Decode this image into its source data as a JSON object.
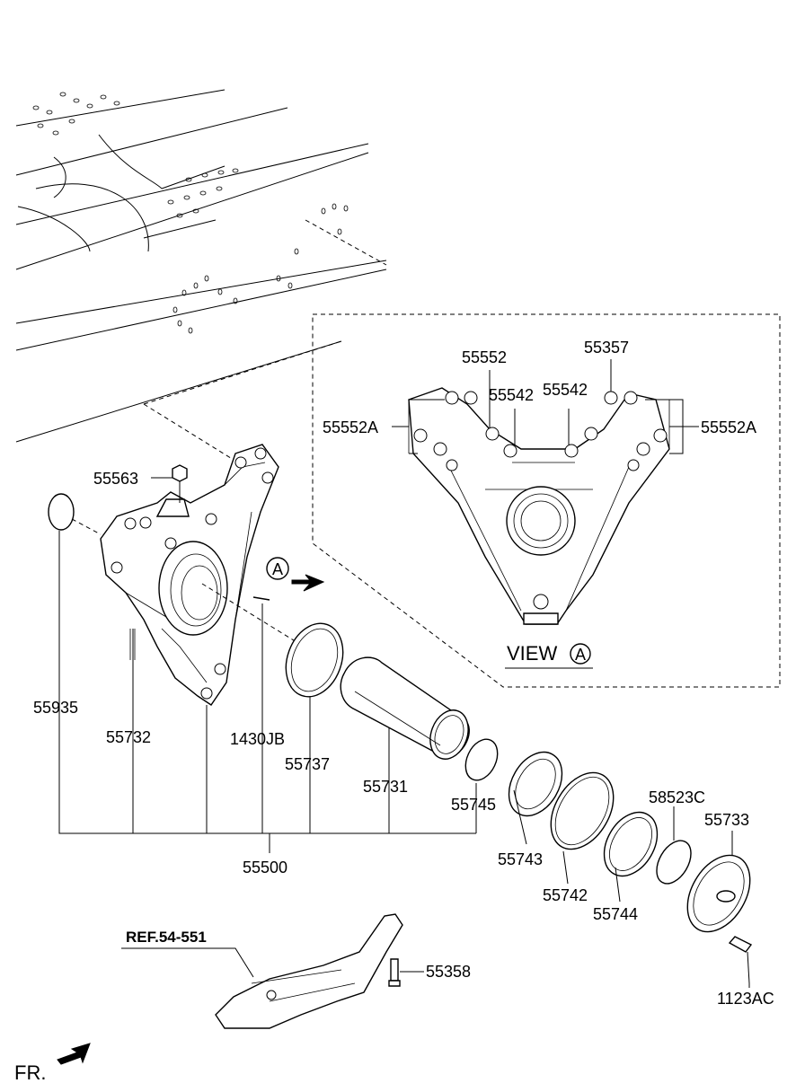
{
  "callouts": {
    "p55563": "55563",
    "p55935": "55935",
    "p55732": "55732",
    "p1430JB": "1430JB",
    "p55737": "55737",
    "p55731": "55731",
    "p55745": "55745",
    "p55500": "55500",
    "p55743": "55743",
    "p55742": "55742",
    "p55744": "55744",
    "p58523C": "58523C",
    "p55733": "55733",
    "p1123AC": "1123AC",
    "p55358": "55358",
    "p55552": "55552",
    "p55357": "55357",
    "p55542a": "55542",
    "p55542b": "55542",
    "p55552A_left": "55552A",
    "p55552A_right": "55552A"
  },
  "ref_label": "REF.54-551",
  "view_label": "VIEW",
  "view_letter": "A",
  "arrow_letter": "A",
  "front_label": "FR."
}
